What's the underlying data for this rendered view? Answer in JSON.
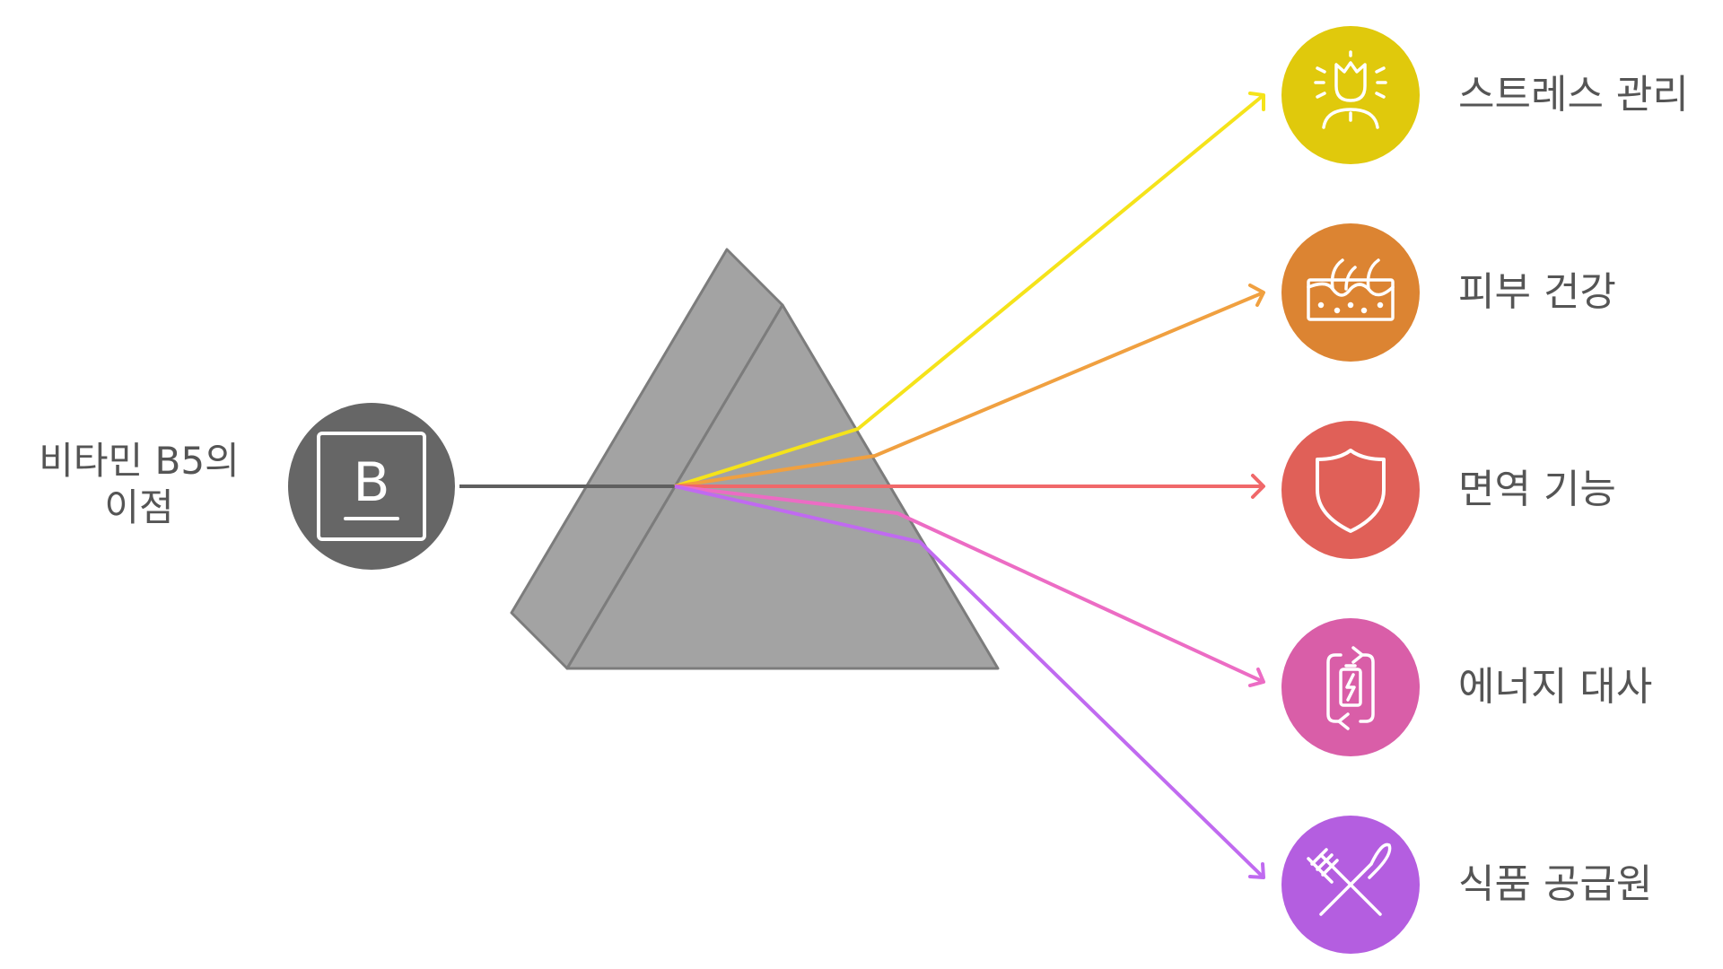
{
  "source": {
    "label_line1": "비타민 B5의",
    "label_line2": "이점",
    "icon": "letter-b-icon",
    "icon_letter": "B",
    "color": "#666666"
  },
  "prism": {
    "face_color": "#a3a3a3",
    "edge_color": "#7c7c7c"
  },
  "benefits": [
    {
      "label": "스트레스 관리",
      "icon": "stress-face-icon",
      "color": "#e0c90c",
      "ray_color": "#f5e31a"
    },
    {
      "label": "피부 건강",
      "icon": "skin-hair-icon",
      "color": "#dc8432",
      "ray_color": "#f0a040"
    },
    {
      "label": "면역 기능",
      "icon": "shield-icon",
      "color": "#e06058",
      "ray_color": "#f0686a"
    },
    {
      "label": "에너지 대사",
      "icon": "battery-cycle-icon",
      "color": "#d95ea8",
      "ray_color": "#ec6cc4"
    },
    {
      "label": "식품 공급원",
      "icon": "fork-knife-icon",
      "color": "#b45ee0",
      "ray_color": "#c06af0"
    }
  ]
}
